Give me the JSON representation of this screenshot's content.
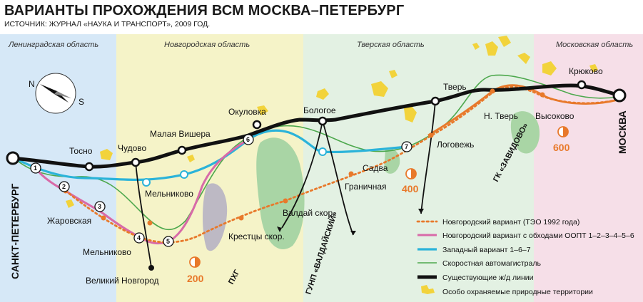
{
  "header": {
    "title": "ВАРИАНТЫ ПРОХОЖДЕНИЯ ВСМ МОСКВА–ПЕТЕРБУРГ",
    "source": "ИСТОЧНИК: ЖУРНАЛ «НАУКА И ТРАНСПОРТ», 2009 ГОД."
  },
  "regions": [
    {
      "name": "Ленинградская область",
      "color": "#d6e8f7"
    },
    {
      "name": "Новгородская область",
      "color": "#f5f3c8"
    },
    {
      "name": "Тверская область",
      "color": "#e3f1e3"
    },
    {
      "name": "Московская область",
      "color": "#f6dfe8"
    }
  ],
  "compass": {
    "n": "N",
    "s": "S"
  },
  "termini": {
    "start": "САНКТ-ПЕТЕРБУРГ",
    "end": "МОСКВА"
  },
  "places": {
    "tosno": "Тосно",
    "chudovo": "Чудово",
    "malaya_vishera": "Малая Вишера",
    "okulovka": "Окуловка",
    "bologoe": "Бологое",
    "tver": "Тверь",
    "kryukovo": "Крюково",
    "n_tver": "Н. Тверь",
    "vysokovo": "Высоково",
    "logovezh": "Логовежь",
    "sadva": "Садва",
    "granichnaya": "Граничная",
    "valday": "Валдай скор.",
    "kresttsy": "Крестцы скор.",
    "melnikovo_1": "Мельниково",
    "melnikovo_2": "Мельниково",
    "zharovskaya": "Жаровская",
    "veliky_novgorod": "Великий Новгород"
  },
  "numbered_points": [
    "1",
    "2",
    "3",
    "4",
    "5",
    "6",
    "7"
  ],
  "distances": [
    "200",
    "400",
    "600"
  ],
  "areas": {
    "phg": "ПХГ",
    "valday_park": "ГУНП «ВАЛДАЙСКИЙ»",
    "zavidovo": "ГК «ЗАВИДОВО»"
  },
  "legend": [
    {
      "label": "Новгородский вариант (ТЭО 1992 года)",
      "color": "#e8792b",
      "style": "dotted"
    },
    {
      "label": "Новгородский вариант с обходами ООПТ 1–2–3–4–5–6",
      "color": "#d86aa8",
      "style": "solid"
    },
    {
      "label": "Западный вариант 1–6–7",
      "color": "#2bb3d9",
      "style": "solid"
    },
    {
      "label": "Скоростная автомагистраль",
      "color": "#4da84d",
      "style": "thin"
    },
    {
      "label": "Существующие ж/д линии",
      "color": "#111111",
      "style": "thick"
    },
    {
      "label": "Особо охраняемые природные территории",
      "color": "#f2d33b",
      "style": "patch"
    }
  ]
}
